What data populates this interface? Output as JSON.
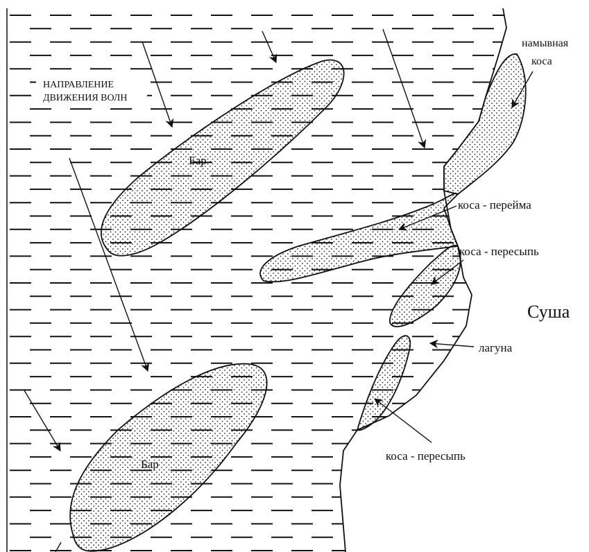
{
  "diagram": {
    "labels": {
      "wave_direction_line1": "НАПРАВЛЕНИЕ",
      "wave_direction_line2": "ДВИЖЕНИЯ ВОЛН",
      "bar_upper": "Бар",
      "bar_lower": "Бар",
      "wash_spit_line1": "намывная",
      "wash_spit_line2": "коса",
      "spit_isthmus": "коса - перейма",
      "spit_barrier_upper": "коса - пересыпь",
      "land": "Суша",
      "lagoon": "лагуна",
      "spit_barrier_lower": "коса - пересыпь"
    },
    "colors": {
      "ink": "#111111",
      "background": "#ffffff"
    }
  }
}
